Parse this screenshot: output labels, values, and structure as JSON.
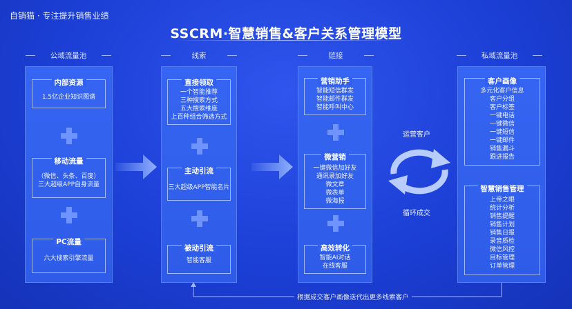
{
  "brand": "自销猫 · 专注提升销售业绩",
  "title": "SSCRM·智慧销售&客户关系管理模型",
  "columns": {
    "public": {
      "header": "公域流量池"
    },
    "leads": {
      "header": "线索"
    },
    "link": {
      "header": "链接"
    },
    "private": {
      "header": "私域流量池"
    }
  },
  "boxes": {
    "internal": {
      "title": "内部资源",
      "lines": [
        "1.5亿企业知识图谱"
      ]
    },
    "mobile": {
      "title": "移动流量",
      "lines": [
        "（微信、头条、百度）",
        "三大超级APP自身流量"
      ]
    },
    "pc": {
      "title": "PC流量",
      "lines": [
        "六大搜索引擎流量"
      ]
    },
    "direct": {
      "title": "直接领取",
      "lines": [
        "一个智能推荐",
        "三种搜索方式",
        "五大搜索维度",
        "上百种组合筛选方式"
      ]
    },
    "active": {
      "title": "主动引流",
      "lines": [
        "三大超级APP智能名片"
      ]
    },
    "passive": {
      "title": "被动引流",
      "lines": [
        "智能客服"
      ]
    },
    "assistant": {
      "title": "营销助手",
      "lines": [
        "智能短信群发",
        "智能邮件群发",
        "智能呼叫中心"
      ]
    },
    "wechat": {
      "title": "微营销",
      "lines": [
        "一键微信加好友",
        "通讯录加好友",
        "微文章",
        "微表单",
        "微海报"
      ]
    },
    "convert": {
      "title": "高效转化",
      "lines": [
        "智能AI对话",
        "在线客服"
      ]
    },
    "portrait": {
      "title": "客户画像",
      "lines": [
        "多元化客户信息",
        "客户分组",
        "客户标签",
        "一键电话",
        "一键微信",
        "一键短信",
        "一键邮件",
        "销售漏斗",
        "跟进报告"
      ]
    },
    "salesmgmt": {
      "title": "智慧销售管理",
      "lines": [
        "上帝之眼",
        "统计分析",
        "销售提醒",
        "销售计划",
        "销售日报",
        "录音质检",
        "微信风控",
        "目标管理",
        "订单管理"
      ]
    }
  },
  "cycle": {
    "top": "运营客户",
    "bottom": "循环成交"
  },
  "footer": "根据成交客户画像迭代出更多线索客户",
  "colors": {
    "background": "#1c3fd6",
    "column": "#3565f2",
    "plus": "#6f93ff",
    "arrow": "#8fb0ff"
  }
}
